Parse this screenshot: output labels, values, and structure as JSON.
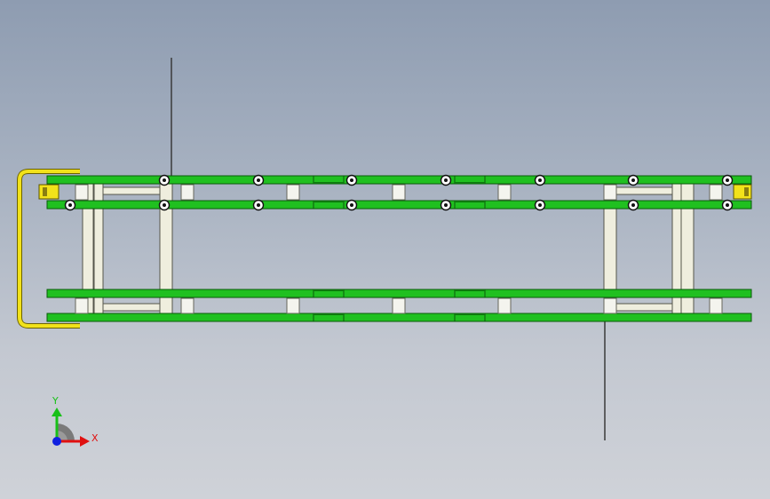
{
  "viewport": {
    "name": "3d-model-viewport",
    "model": "roller-conveyor-frame"
  },
  "triad": {
    "x_label": "X",
    "y_label": "Y",
    "x_color": "#e01010",
    "y_color": "#18c018",
    "z_color": "#1020e0"
  },
  "colors": {
    "rail_green": "#20c020",
    "rail_edge": "#0a5a0a",
    "frame_cream": "#efeede",
    "frame_edge": "#55554a",
    "handle_yellow": "#f2e21a",
    "roller_white": "#f4f4ee"
  }
}
